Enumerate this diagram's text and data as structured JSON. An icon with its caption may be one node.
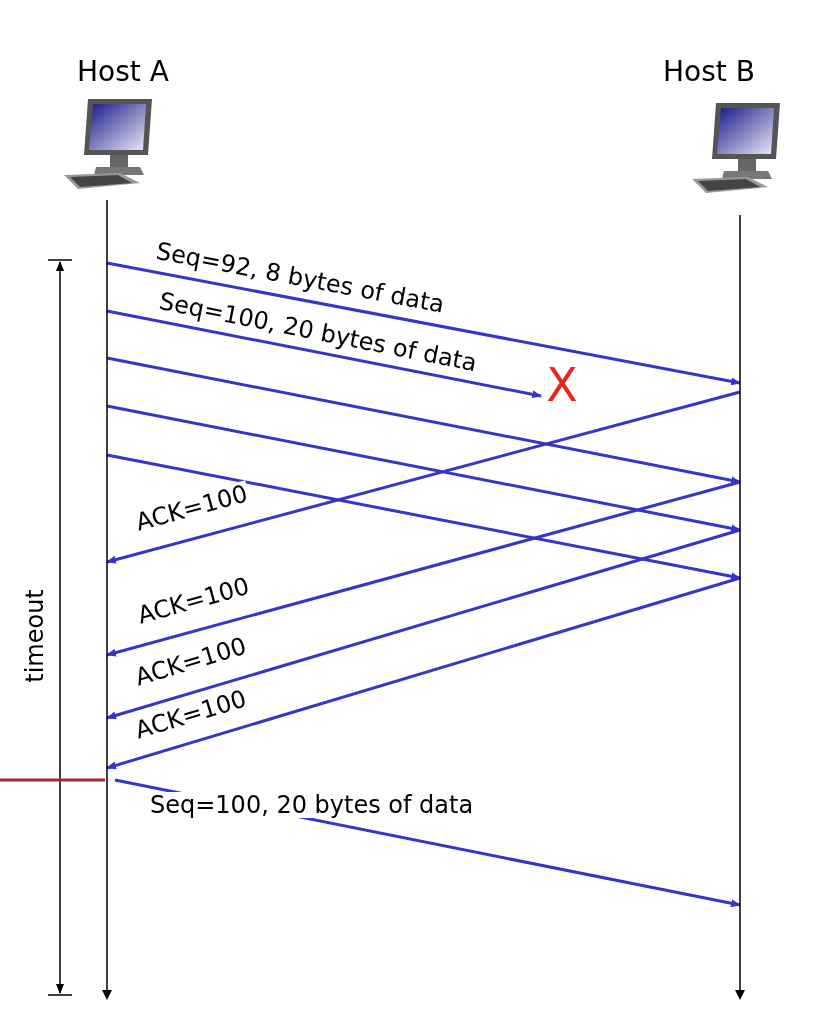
{
  "diagram": {
    "nodes": [
      {
        "text": [
          "Host A"
        ]
      },
      {
        "text": [
          "Host B"
        ]
      },
      {
        "text": [
          "X"
        ]
      }
    ],
    "edges": [
      {
        "from": 0,
        "to": 1,
        "arrow": "to",
        "label": "Seq=92, 8 bytes of data"
      },
      {
        "from": 0,
        "to": 2,
        "arrow": "to",
        "label": "Seq=100, 20 bytes of data"
      },
      {
        "from": 0,
        "to": 1,
        "arrow": "to"
      },
      {
        "from": 0,
        "to": 1,
        "arrow": "to"
      },
      {
        "from": 0,
        "to": 1,
        "arrow": "to"
      },
      {
        "from": 1,
        "to": 0,
        "arrow": "to",
        "label": "ACK=100"
      },
      {
        "from": 1,
        "to": 0,
        "arrow": "to",
        "label": "ACK=100"
      },
      {
        "from": 1,
        "to": 0,
        "arrow": "to",
        "label": "ACK=100"
      },
      {
        "from": 1,
        "to": 0,
        "arrow": "to",
        "label": "ACK=100"
      },
      {
        "from": 0,
        "to": 1,
        "arrow": "to",
        "label": "Seq=100, 20 bytes of data"
      }
    ],
    "labels": [
      "timeout"
    ]
  }
}
